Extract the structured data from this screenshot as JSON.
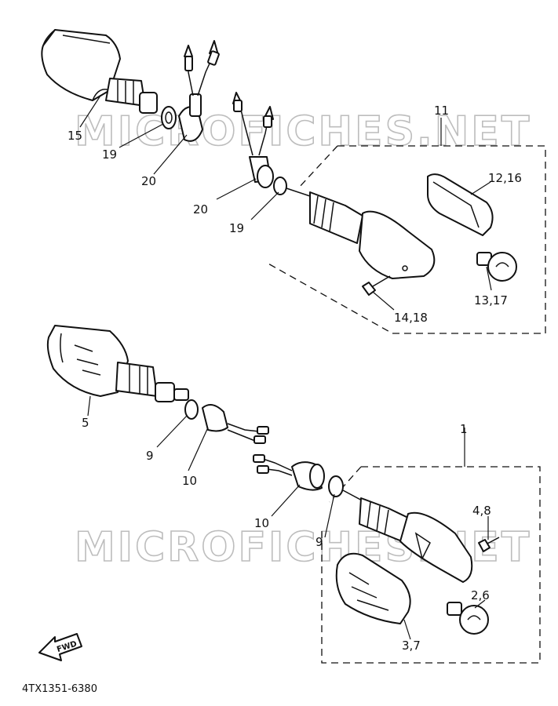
{
  "watermark": "MICROFICHES.NET",
  "catalog_code": "4TX1351-6380",
  "fwd_label": "FWD",
  "callouts": {
    "c15": "15",
    "c19_upper": "19",
    "c20_upper": "20",
    "c11": "11",
    "c12_16": "12,16",
    "c20_lower": "20",
    "c19_lower": "19",
    "c13_17": "13,17",
    "c14_18": "14,18",
    "c5": "5",
    "c9_left": "9",
    "c10_left": "10",
    "c1": "1",
    "c10_right": "10",
    "c9_right": "9",
    "c4_8": "4,8",
    "c2_6": "2,6",
    "c3_7": "3,7"
  }
}
